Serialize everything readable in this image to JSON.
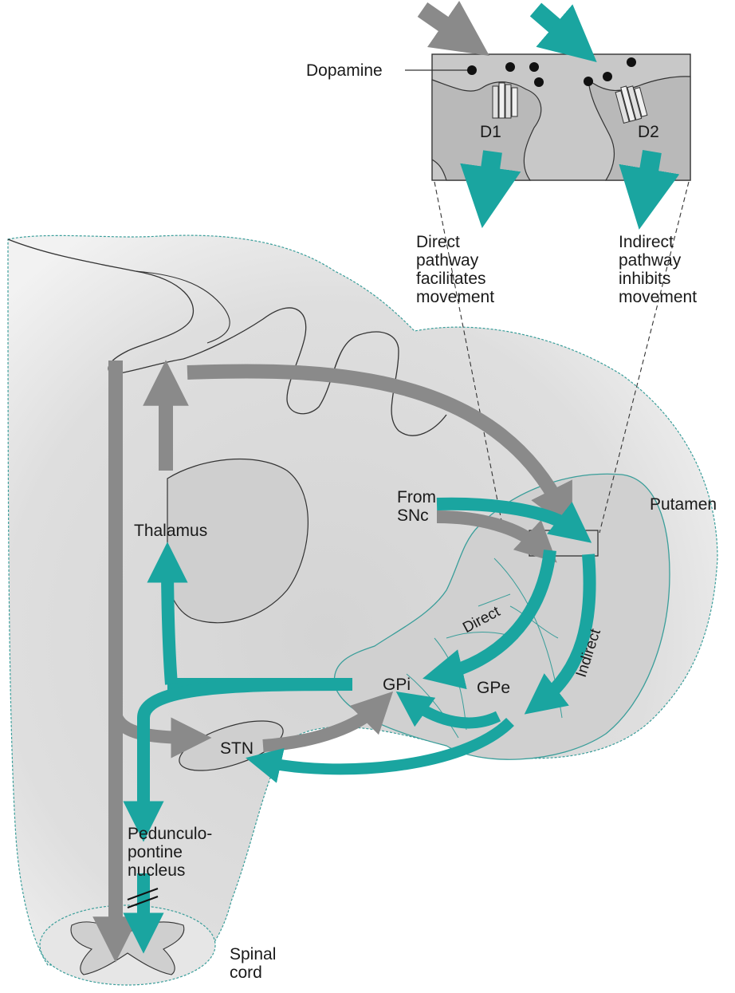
{
  "colors": {
    "teal": "#1aa5a0",
    "gray_arrow": "#8a8a8a",
    "tissue": "#d9d9d9",
    "tissue_light": "#ececec",
    "outline_teal": "#3a9e9a",
    "inset_bg": "#c8c8c8",
    "text": "#1a1a1a"
  },
  "labels": {
    "dopamine": "Dopamine",
    "d1": "D1",
    "d2": "D2",
    "direct_pathway": [
      "Direct",
      "pathway",
      "facilitates",
      "movement"
    ],
    "indirect_pathway": [
      "Indirect",
      "pathway",
      "inhibits",
      "movement"
    ],
    "thalamus": "Thalamus",
    "from_snc": [
      "From",
      "SNc"
    ],
    "putamen": "Putamen",
    "direct": "Direct",
    "indirect": "Indirect",
    "gpi": "GPi",
    "gpe": "GPe",
    "stn": "STN",
    "pedunculopontine": [
      "Pedunculo-",
      "pontine",
      "nucleus"
    ],
    "spinal_cord": [
      "Spinal",
      "cord"
    ]
  },
  "icons": {
    "receptor_d1": "receptor-channel-icon",
    "receptor_d2": "receptor-channel-icon"
  }
}
